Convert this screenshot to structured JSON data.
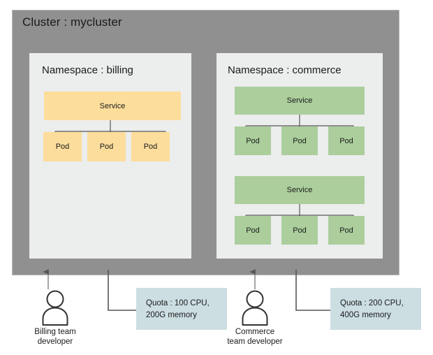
{
  "diagram": {
    "cluster": {
      "title": "Cluster : mycluster",
      "bg_color": "#909090"
    },
    "namespaces": [
      {
        "id": "billing",
        "title": "Namespace : billing",
        "bg_color": "#eceded",
        "block_color": "#fcdd9b",
        "groups": [
          {
            "service_label": "Service",
            "pods": [
              {
                "label": "Pod"
              },
              {
                "label": "Pod"
              },
              {
                "label": "Pod"
              }
            ]
          }
        ]
      },
      {
        "id": "commerce",
        "title": "Namespace : commerce",
        "bg_color": "#eceded",
        "block_color": "#abce9c",
        "groups": [
          {
            "service_label": "Service",
            "pods": [
              {
                "label": "Pod"
              },
              {
                "label": "Pod"
              },
              {
                "label": "Pod"
              }
            ]
          },
          {
            "service_label": "Service",
            "pods": [
              {
                "label": "Pod"
              },
              {
                "label": "Pod"
              },
              {
                "label": "Pod"
              }
            ]
          }
        ]
      }
    ],
    "actors": [
      {
        "id": "billing-developer",
        "icon": "person-icon",
        "label_line1": "Billing team",
        "label_line2": "developer"
      },
      {
        "id": "commerce-developer",
        "icon": "person-icon",
        "label_line1": "Commerce",
        "label_line2": "team developer"
      }
    ],
    "quotas": [
      {
        "id": "billing-quota",
        "line1": "Quota : 100 CPU,",
        "line2": "200G memory",
        "bg_color": "#ccdee2"
      },
      {
        "id": "commerce-quota",
        "line1": "Quota : 200 CPU,",
        "line2": "400G memory",
        "bg_color": "#ccdee2"
      }
    ],
    "connector_color": "#555555"
  }
}
